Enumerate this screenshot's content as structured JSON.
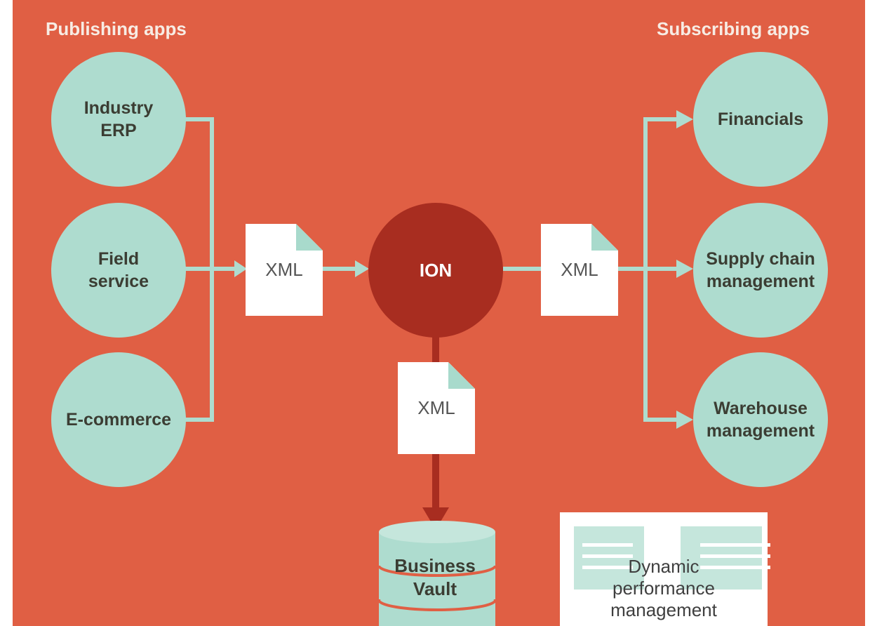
{
  "headings": {
    "publishing": "Publishing apps",
    "subscribing": "Subscribing apps"
  },
  "publishers": [
    {
      "label": "Industry\nERP"
    },
    {
      "label": "Field\nservice"
    },
    {
      "label": "E-commerce"
    }
  ],
  "hub": {
    "label": "ION"
  },
  "documents": {
    "inbound": "XML",
    "outbound": "XML",
    "storage": "XML"
  },
  "subscribers": [
    {
      "label": "Financials"
    },
    {
      "label": "Supply chain\nmanagement"
    },
    {
      "label": "Warehouse\nmanagement"
    }
  ],
  "storage": {
    "label": "Business\nVault"
  },
  "reporting": {
    "label": "Dynamic\nperformance\nmanagement"
  },
  "colors": {
    "background": "#e05f44",
    "app_circle": "#aedccf",
    "hub": "#a82d20",
    "connector": "#aedccf",
    "vault_arrow": "#a82d20"
  }
}
